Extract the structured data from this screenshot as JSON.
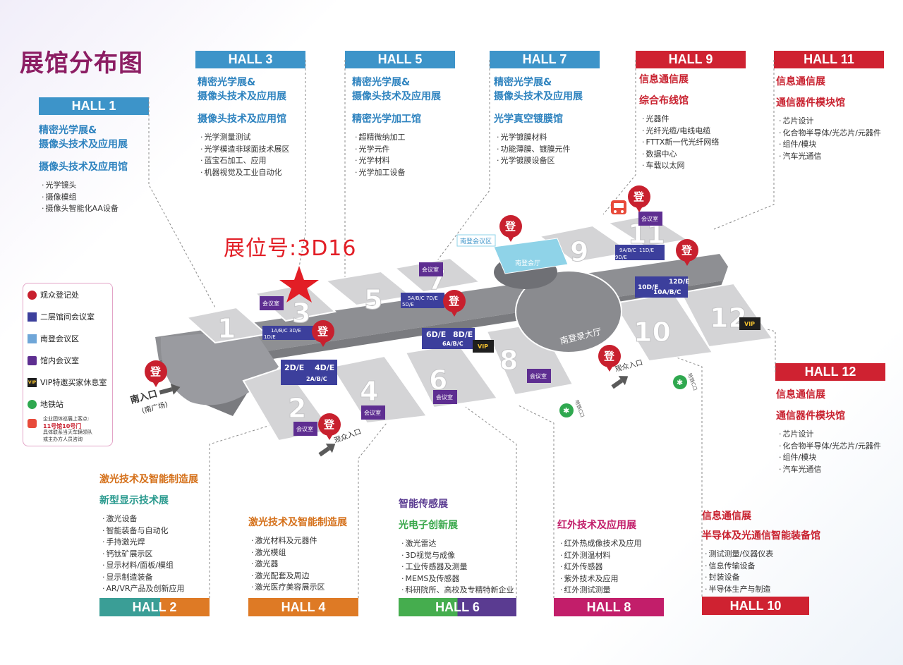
{
  "title": "展馆分布图",
  "stand_number": "展位号:3D16",
  "accent_colors": {
    "top_header_blue": "#3d94c9",
    "top_header_red": "#cf2231",
    "title": "#8c1d63",
    "stand": "#e21e26",
    "conf_room": "#3c3f9c",
    "in_hall_room": "#5e2e91",
    "registration": "#c8202e"
  },
  "halls_top": [
    {
      "id": "hall1",
      "name": "HALL 1",
      "subtitle1": "精密光学展&",
      "subtitle2": "摄像头技术及应用展",
      "title": "摄像头技术及应用馆",
      "items": [
        "光学镜头",
        "摄像模组",
        "摄像头智能化AA设备"
      ]
    },
    {
      "id": "hall3",
      "name": "HALL 3",
      "subtitle1": "精密光学展&",
      "subtitle2": "摄像头技术及应用展",
      "title": "摄像头技术及应用馆",
      "items": [
        "光学测量测试",
        "光学模造非球面技术展区",
        "蓝宝石加工、应用",
        "机器视觉及工业自动化"
      ]
    },
    {
      "id": "hall5",
      "name": "HALL 5",
      "subtitle1": "精密光学展&",
      "subtitle2": "摄像头技术及应用展",
      "title": "精密光学加工馆",
      "items": [
        "超精微纳加工",
        "光学元件",
        "光学材料",
        "光学加工设备"
      ]
    },
    {
      "id": "hall7",
      "name": "HALL 7",
      "subtitle1": "精密光学展&",
      "subtitle2": "摄像头技术及应用展",
      "title": "光学真空镀膜馆",
      "items": [
        "光学镀膜材料",
        "功能薄膜、镀膜元件",
        "光学镀膜设备区"
      ]
    },
    {
      "id": "hall9",
      "name": "HALL 9",
      "subtitle1": "信息通信展",
      "subtitle2": "综合布线馆",
      "items": [
        "光器件",
        "光纤光缆/电线电缆",
        "FTTX新一代光纤网络",
        "数据中心",
        "车载以太网"
      ]
    },
    {
      "id": "hall11",
      "name": "HALL 11",
      "subtitle1": "信息通信展",
      "subtitle2": "通信器件模块馆",
      "items": [
        "芯片设计",
        "化合物半导体/光芯片/元器件",
        "组件/模块",
        "汽车光通信"
      ]
    },
    {
      "id": "hall12",
      "name": "HALL 12",
      "subtitle1": "信息通信展",
      "subtitle2": "通信器件模块馆",
      "items": [
        "芯片设计",
        "化合物半导体/光芯片/元器件",
        "组件/模块",
        "汽车光通信"
      ]
    }
  ],
  "halls_bottom": [
    {
      "id": "hall2",
      "name": "HALL 2",
      "subtitle1": "激光技术及智能制造展",
      "subtitle2": "新型显示技术展",
      "items": [
        "激光设备",
        "智能装备与自动化",
        "手持激光焊",
        "钙钛矿展示区",
        "显示材料/面板/模组",
        "显示制造装备",
        "AR/VR产品及创新应用"
      ],
      "footer_colors": [
        "#3a9e96",
        "#de7a25"
      ]
    },
    {
      "id": "hall4",
      "name": "HALL 4",
      "subtitle1": "激光技术及智能制造展",
      "items": [
        "激光材料及元器件",
        "激光模组",
        "激光器",
        "激光配套及周边",
        "激光医疗美容展示区"
      ],
      "footer_colors": [
        "#de7a25",
        "#de7a25"
      ]
    },
    {
      "id": "hall6",
      "name": "HALL 6",
      "subtitle1": "智能传感展",
      "subtitle2": "光电子创新展",
      "items": [
        "激光雷达",
        "3D视觉与成像",
        "工业传感器及测量",
        "MEMS及传感器",
        "科研院所、高校及专精特新企业"
      ],
      "footer_colors": [
        "#45ad4e",
        "#5a3b91"
      ]
    },
    {
      "id": "hall8",
      "name": "HALL 8",
      "subtitle1": "红外技术及应用展",
      "items": [
        "红外热成像技术及应用",
        "红外测温材料",
        "红外传感器",
        "紫外技术及应用",
        "红外测试测量"
      ],
      "footer_colors": [
        "#c21e6a",
        "#c21e6a"
      ]
    },
    {
      "id": "hall10",
      "name": "HALL 10",
      "subtitle1": "信息通信展",
      "subtitle2": "半导体及光通信智能装备馆",
      "items": [
        "测试测量/仪器仪表",
        "信息传输设备",
        "封装设备",
        "半导体生产与制造"
      ],
      "footer_colors": [
        "#cf2231",
        "#cf2231"
      ]
    }
  ],
  "map": {
    "hall_numbers": [
      "1",
      "2",
      "3",
      "4",
      "5",
      "6",
      "7",
      "8",
      "9",
      "10",
      "11",
      "12"
    ],
    "conf_labels": {
      "c1": "1D/E",
      "c1b": "1A/B/C",
      "c3": "3D/E",
      "c3b": "1A/B/C",
      "c2": "2D/E",
      "c4": "4D/E",
      "c24b": "2A/B/C",
      "c5": "5A/B/C",
      "c5b": "5D/E",
      "c7": "7D/E",
      "c6": "6D/E",
      "c8": "8D/E",
      "c68b": "6A/B/C",
      "c9": "9A/B/C",
      "c9b": "9D/E",
      "c11": "11D/E",
      "c10": "10D/E",
      "c12": "12D/E",
      "c1012b": "10A/B/C"
    },
    "room_label": "会议室",
    "registration_char": "登",
    "vip_text": "VIP",
    "south_conf_zone": "南登会议区",
    "south_conf_hall": "南登会厅",
    "south_reg_hall": "南登录大厅",
    "south_entrance": "南入口",
    "south_plaza": "(南广场)",
    "visitor_entrance": "观众入口",
    "metro_exit": "地铁C口",
    "south_gate_small": "南登录大厅"
  },
  "legend": {
    "items": [
      {
        "icon": "registration-icon",
        "label": "观众登记处"
      },
      {
        "icon": "second-floor-room-icon",
        "label": "二层馆间会议室"
      },
      {
        "icon": "south-conf-zone-icon",
        "label": "南登会议区"
      },
      {
        "icon": "in-hall-room-icon",
        "label": "馆内会议室"
      },
      {
        "icon": "vip-icon",
        "label": "VIP特邀买家休息室"
      },
      {
        "icon": "metro-icon",
        "label": "地铁站"
      }
    ],
    "bus_note_1": "企业团体巡展上客点:",
    "bus_note_2": "11号馆10号门",
    "bus_note_3": "具体联系当天车辆领队",
    "bus_note_4": "或主办方人员咨询"
  }
}
